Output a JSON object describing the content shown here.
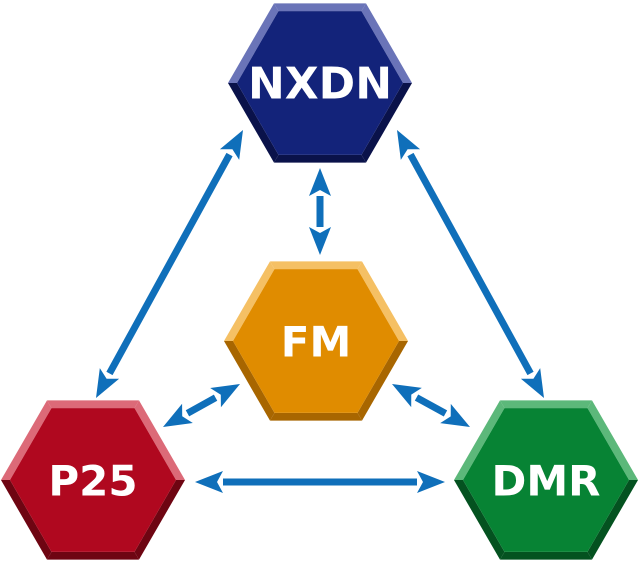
{
  "nodes": [
    {
      "id": "nxdn",
      "label": "NXDN",
      "color": "#13237a",
      "edge_light": "#6a74b8",
      "edge_dark": "#0a124a"
    },
    {
      "id": "fm",
      "label": "FM",
      "color": "#e08c00",
      "edge_light": "#f5c064",
      "edge_dark": "#a86600"
    },
    {
      "id": "p25",
      "label": "P25",
      "color": "#b0081f",
      "edge_light": "#dc6a78",
      "edge_dark": "#6e0512"
    },
    {
      "id": "dmr",
      "label": "DMR",
      "color": "#078334",
      "edge_light": "#5cb87a",
      "edge_dark": "#045220"
    }
  ],
  "connections": [
    {
      "from": "nxdn",
      "to": "fm",
      "direction": "bidirectional"
    },
    {
      "from": "nxdn",
      "to": "p25",
      "direction": "bidirectional"
    },
    {
      "from": "nxdn",
      "to": "dmr",
      "direction": "bidirectional"
    },
    {
      "from": "fm",
      "to": "p25",
      "direction": "bidirectional"
    },
    {
      "from": "fm",
      "to": "dmr",
      "direction": "bidirectional"
    },
    {
      "from": "p25",
      "to": "dmr",
      "direction": "bidirectional"
    }
  ],
  "arrow_color": "#0f6fba"
}
